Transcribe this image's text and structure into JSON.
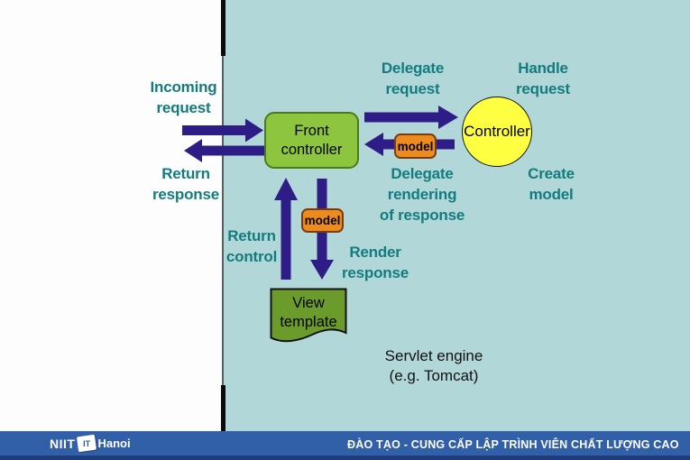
{
  "colors": {
    "background_blue": "#b2d7d9",
    "teal_text": "#137c7e",
    "arrow_purple": "#2e1d87",
    "front_controller_green": "#8dc63e",
    "view_template_green": "#6b9c2b",
    "controller_yellow": "#ffff42",
    "model_orange": "#ec8c1e",
    "footer_blue": "#3160a9"
  },
  "diagram": {
    "labels": {
      "incoming_request": "Incoming\nrequest",
      "return_response": "Return\nresponse",
      "delegate_request": "Delegate\nrequest",
      "handle_request": "Handle\nrequest",
      "delegate_rendering": "Delegate\nrendering\nof response",
      "create_model": "Create\nmodel",
      "return_control": "Return\ncontrol",
      "render_response": "Render\nresponse"
    },
    "nodes": {
      "front_controller": "Front\ncontroller",
      "controller": "Controller",
      "view_template": "View\ntemplate",
      "model_upper": "model",
      "model_lower": "model"
    },
    "annotation": {
      "servlet_engine": "Servlet engine\n(e.g. Tomcat)"
    }
  },
  "footer": {
    "logo_text": "NIIT",
    "logo_icon_text": "IT",
    "logo_suffix": "Hanoi",
    "slogan": "ĐÀO TẠO - CUNG CẤP LẬP TRÌNH VIÊN CHẤT LƯỢNG CAO"
  }
}
